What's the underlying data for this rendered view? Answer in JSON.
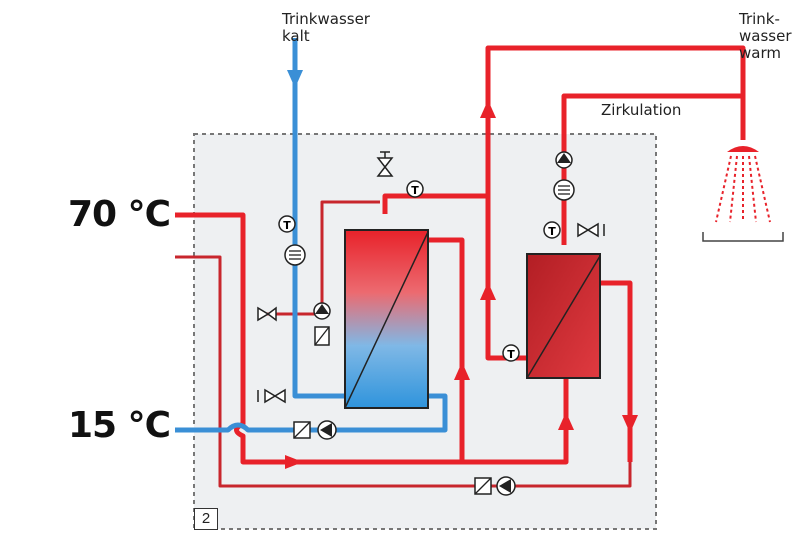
{
  "labels": {
    "cold_water": [
      "Trinkwasser",
      "kalt"
    ],
    "warm_water": [
      "Trink-",
      "wasser",
      "warm"
    ],
    "circulation": "Zirkulation",
    "temp_hot": "70 °C",
    "temp_cold": "15 °C",
    "box_number": "2"
  },
  "colors": {
    "hot_pipe": "#e8222a",
    "cold_pipe": "#3a8fd6",
    "return_pipe": "#c8262d",
    "dashed_box": "#777777",
    "box_fill": "#eef0f2"
  },
  "icons": [
    "pump-icon",
    "check-valve-icon",
    "valve-icon",
    "flow-meter-icon",
    "thermometer-icon",
    "shower-icon",
    "flow-arrow-icon"
  ]
}
